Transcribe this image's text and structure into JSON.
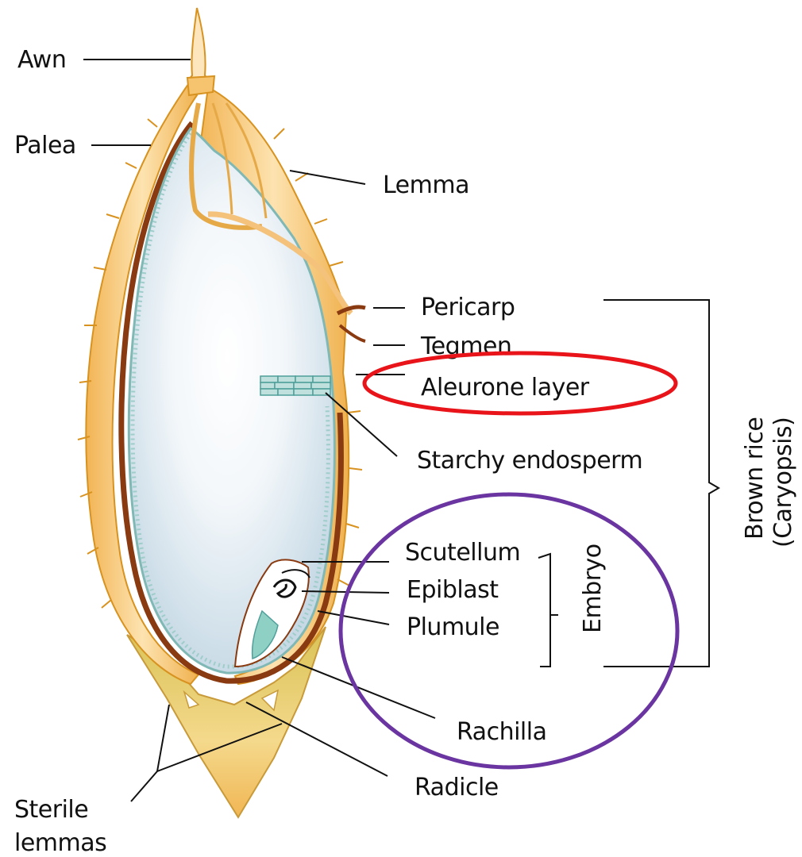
{
  "labels": {
    "awn": "Awn",
    "palea": "Palea",
    "lemma": "Lemma",
    "pericarp": "Pericarp",
    "tegmen": "Tegmen",
    "aleurone": "Aleurone layer",
    "starchy": "Starchy endosperm",
    "scutellum": "Scutellum",
    "epiblast": "Epiblast",
    "plumule": "Plumule",
    "rachilla": "Rachilla",
    "radicle": "Radicle",
    "sterile_line1": "Sterile",
    "sterile_line2": "lemmas",
    "embryo": "Embryo",
    "brown_rice_line1": "Brown rice",
    "brown_rice_line2": "(Caryopsis)"
  },
  "highlights": {
    "aleurone_ring_color": "#e8141a",
    "embryo_ring_color": "#6a35a0"
  },
  "colors": {
    "husk_fill": "#f6c46e",
    "husk_edge": "#d8921f",
    "pericarp_band": "#8a3a10",
    "endosperm": "#d2e1ea",
    "aleurone_dots": "#8fc4c0",
    "sterile_lemma": "#ebcf63"
  }
}
